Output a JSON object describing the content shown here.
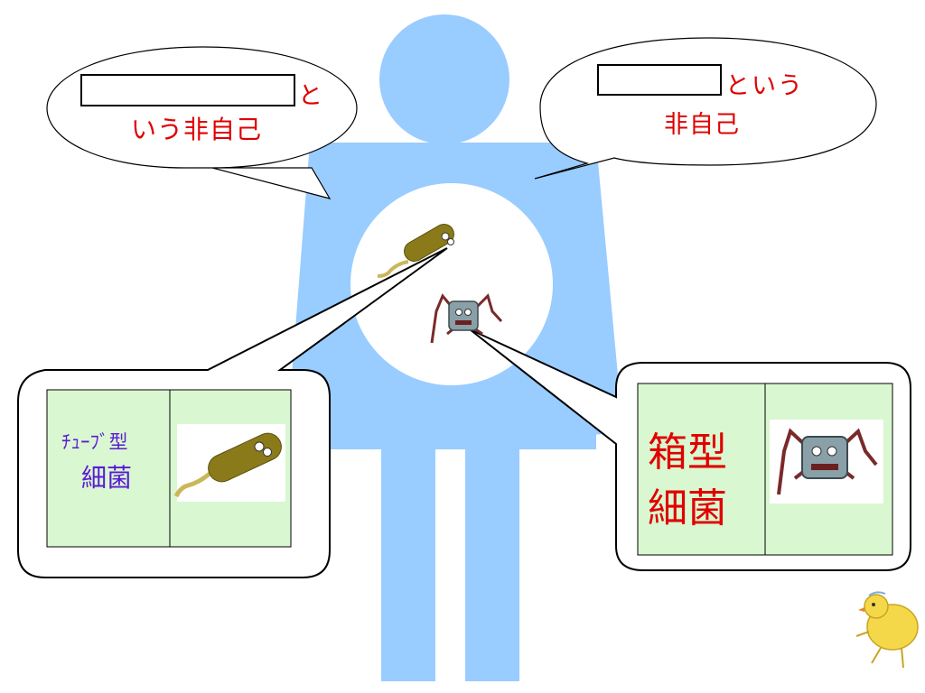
{
  "bubble_left": {
    "suffix": "と",
    "line2": "いう非自己",
    "blank_value": ""
  },
  "bubble_right": {
    "suffix": "という",
    "line2": "非自己",
    "blank_value": ""
  },
  "panel_left": {
    "line1": "ﾁｭｰﾌﾞ型",
    "line2": "細菌"
  },
  "panel_right": {
    "line1": "箱型",
    "line2": "細菌"
  },
  "colors": {
    "body": "#99ccff",
    "panel": "#d9f7d0",
    "text_red": "#e00000",
    "text_purple": "#5a1ad6",
    "tube_bacterium": "#8a7a1a",
    "box_bacterium": "#8aa0a8"
  },
  "icons": {
    "tube_bacterium": "tube-bacterium-icon",
    "box_bacterium": "box-bacterium-icon",
    "chick": "chick-icon"
  }
}
